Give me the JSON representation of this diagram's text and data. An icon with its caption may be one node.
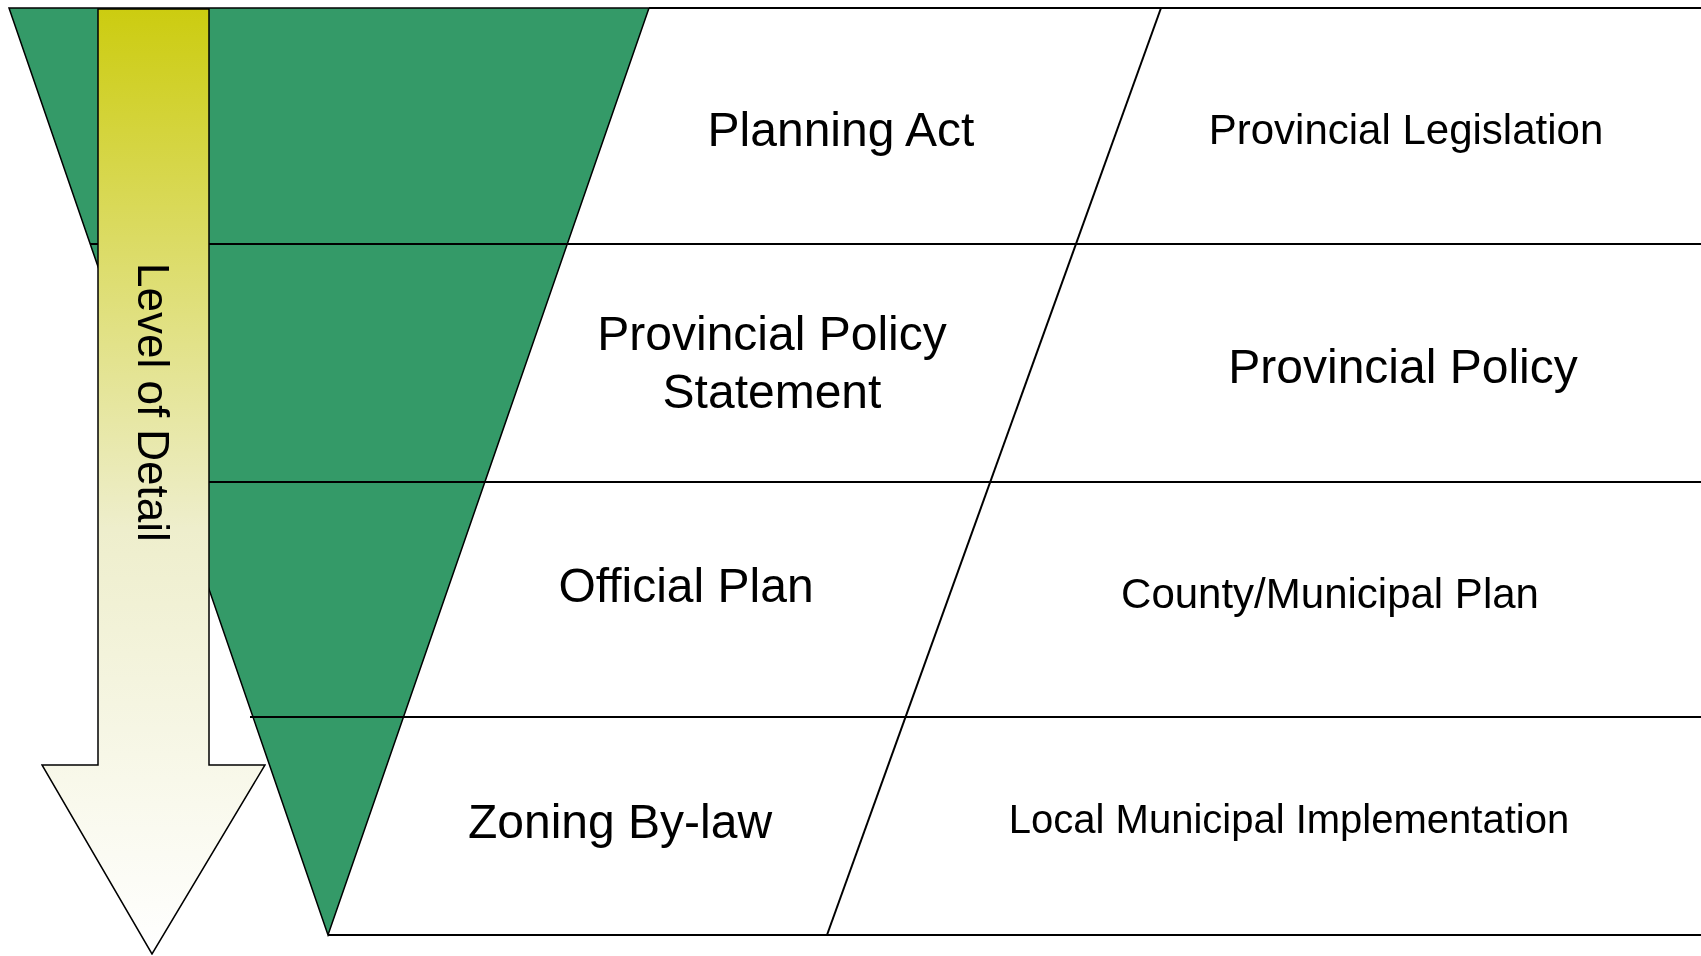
{
  "diagram": {
    "nodes": [
      {
        "text": [
          "Level of Detail"
        ]
      },
      {
        "text": [
          "Planning Act"
        ]
      },
      {
        "text": [
          "Provincial Legislation"
        ]
      },
      {
        "text": [
          "Provincial Policy Statement"
        ]
      },
      {
        "text": [
          "Provincial Policy"
        ]
      },
      {
        "text": [
          "Official Plan"
        ]
      },
      {
        "text": [
          "County/Municipal Plan"
        ]
      },
      {
        "text": [
          "Zoning By-law"
        ]
      },
      {
        "text": [
          "Local Municipal Implementation"
        ]
      }
    ]
  }
}
